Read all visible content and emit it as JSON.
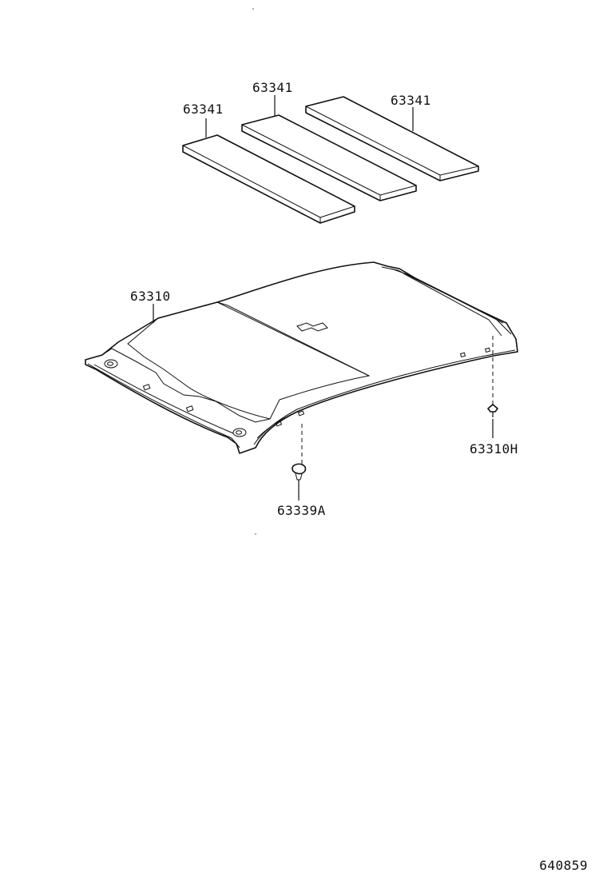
{
  "parts": {
    "pad_left": "63341",
    "pad_center": "63341",
    "pad_right": "63341",
    "headliner": "63310",
    "clip_h": "63310H",
    "clip_a": "63339A"
  },
  "diagram_code": "640859"
}
